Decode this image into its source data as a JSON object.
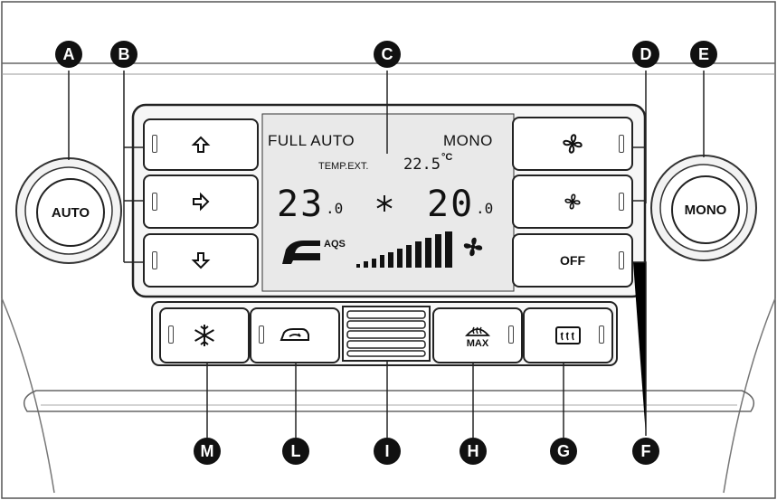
{
  "display": {
    "mode_left": "FULL AUTO",
    "mode_right": "MONO",
    "temp_ext_label": "TEMP.EXT.",
    "temp_ext_value": "22.5",
    "temp_ext_unit": "°C",
    "temp_left_int": "23",
    "temp_left_dec": ".0",
    "temp_right_int": "20",
    "temp_right_dec": ".0",
    "aqs_label": "AQS"
  },
  "knobs": {
    "left": "AUTO",
    "right": "MONO"
  },
  "buttons": {
    "off": "OFF",
    "max": "MAX"
  },
  "callouts": [
    "A",
    "B",
    "C",
    "D",
    "E",
    "F",
    "G",
    "H",
    "I",
    "L",
    "M"
  ],
  "icons": {
    "vent_up": "arrow-up-icon",
    "vent_forward": "arrow-right-icon",
    "vent_down": "arrow-down-icon",
    "fan_increase": "fan-large-icon",
    "fan_decrease": "fan-small-icon",
    "compressor": "snowflake-icon",
    "recirculation": "recirculation-car-icon",
    "defrost_windshield": "windshield-defrost-icon",
    "defrost_rear": "rear-window-defrost-icon"
  }
}
